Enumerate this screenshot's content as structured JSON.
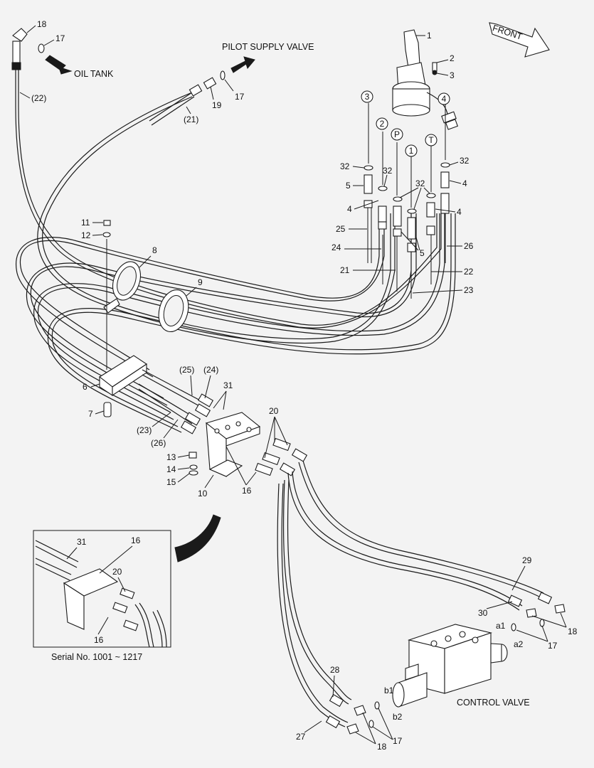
{
  "labels": {
    "oil_tank": "OIL TANK",
    "pilot_supply_valve": "PILOT SUPPLY VALVE",
    "front": "FRONT",
    "control_valve": "CONTROL VALVE",
    "serial_note": "Serial No. 1001 ~ 1217"
  },
  "port_marks": {
    "p3": "3",
    "p4": "4",
    "p2": "2",
    "pP": "P",
    "p1": "1",
    "pT": "T"
  },
  "valve_ports": {
    "a1": "a1",
    "a2": "a2",
    "b1": "b1",
    "b2": "b2"
  },
  "callouts": {
    "c18_top": "18",
    "c17_top": "17",
    "c22_top": "(22)",
    "c21_mid": "(21)",
    "c19": "19",
    "c17_mid": "17",
    "c1": "1",
    "c2": "2",
    "c3": "3",
    "c32_a": "32",
    "c32_b": "32",
    "c32_c": "32",
    "c32_d": "32",
    "c5_a": "5",
    "c5_b": "5",
    "c4_a": "4",
    "c4_b": "4",
    "c4_c": "4",
    "c25": "25",
    "c24": "24",
    "c21": "21",
    "c26": "26",
    "c22": "22",
    "c23": "23",
    "c11": "11",
    "c12": "12",
    "c8": "8",
    "c9": "9",
    "c6": "6",
    "c7": "7",
    "c25p": "(25)",
    "c24p": "(24)",
    "c31": "31",
    "c23p": "(23)",
    "c26p": "(26)",
    "c20": "20",
    "c13": "13",
    "c14": "14",
    "c15": "15",
    "c10": "10",
    "c16": "16",
    "c29": "29",
    "c30": "30",
    "c18_r": "18",
    "c17_r": "17",
    "c28": "28",
    "c27": "27",
    "c17_b": "17",
    "c18_b": "18",
    "in_31": "31",
    "in_16a": "16",
    "in_20": "20",
    "in_16b": "16"
  }
}
